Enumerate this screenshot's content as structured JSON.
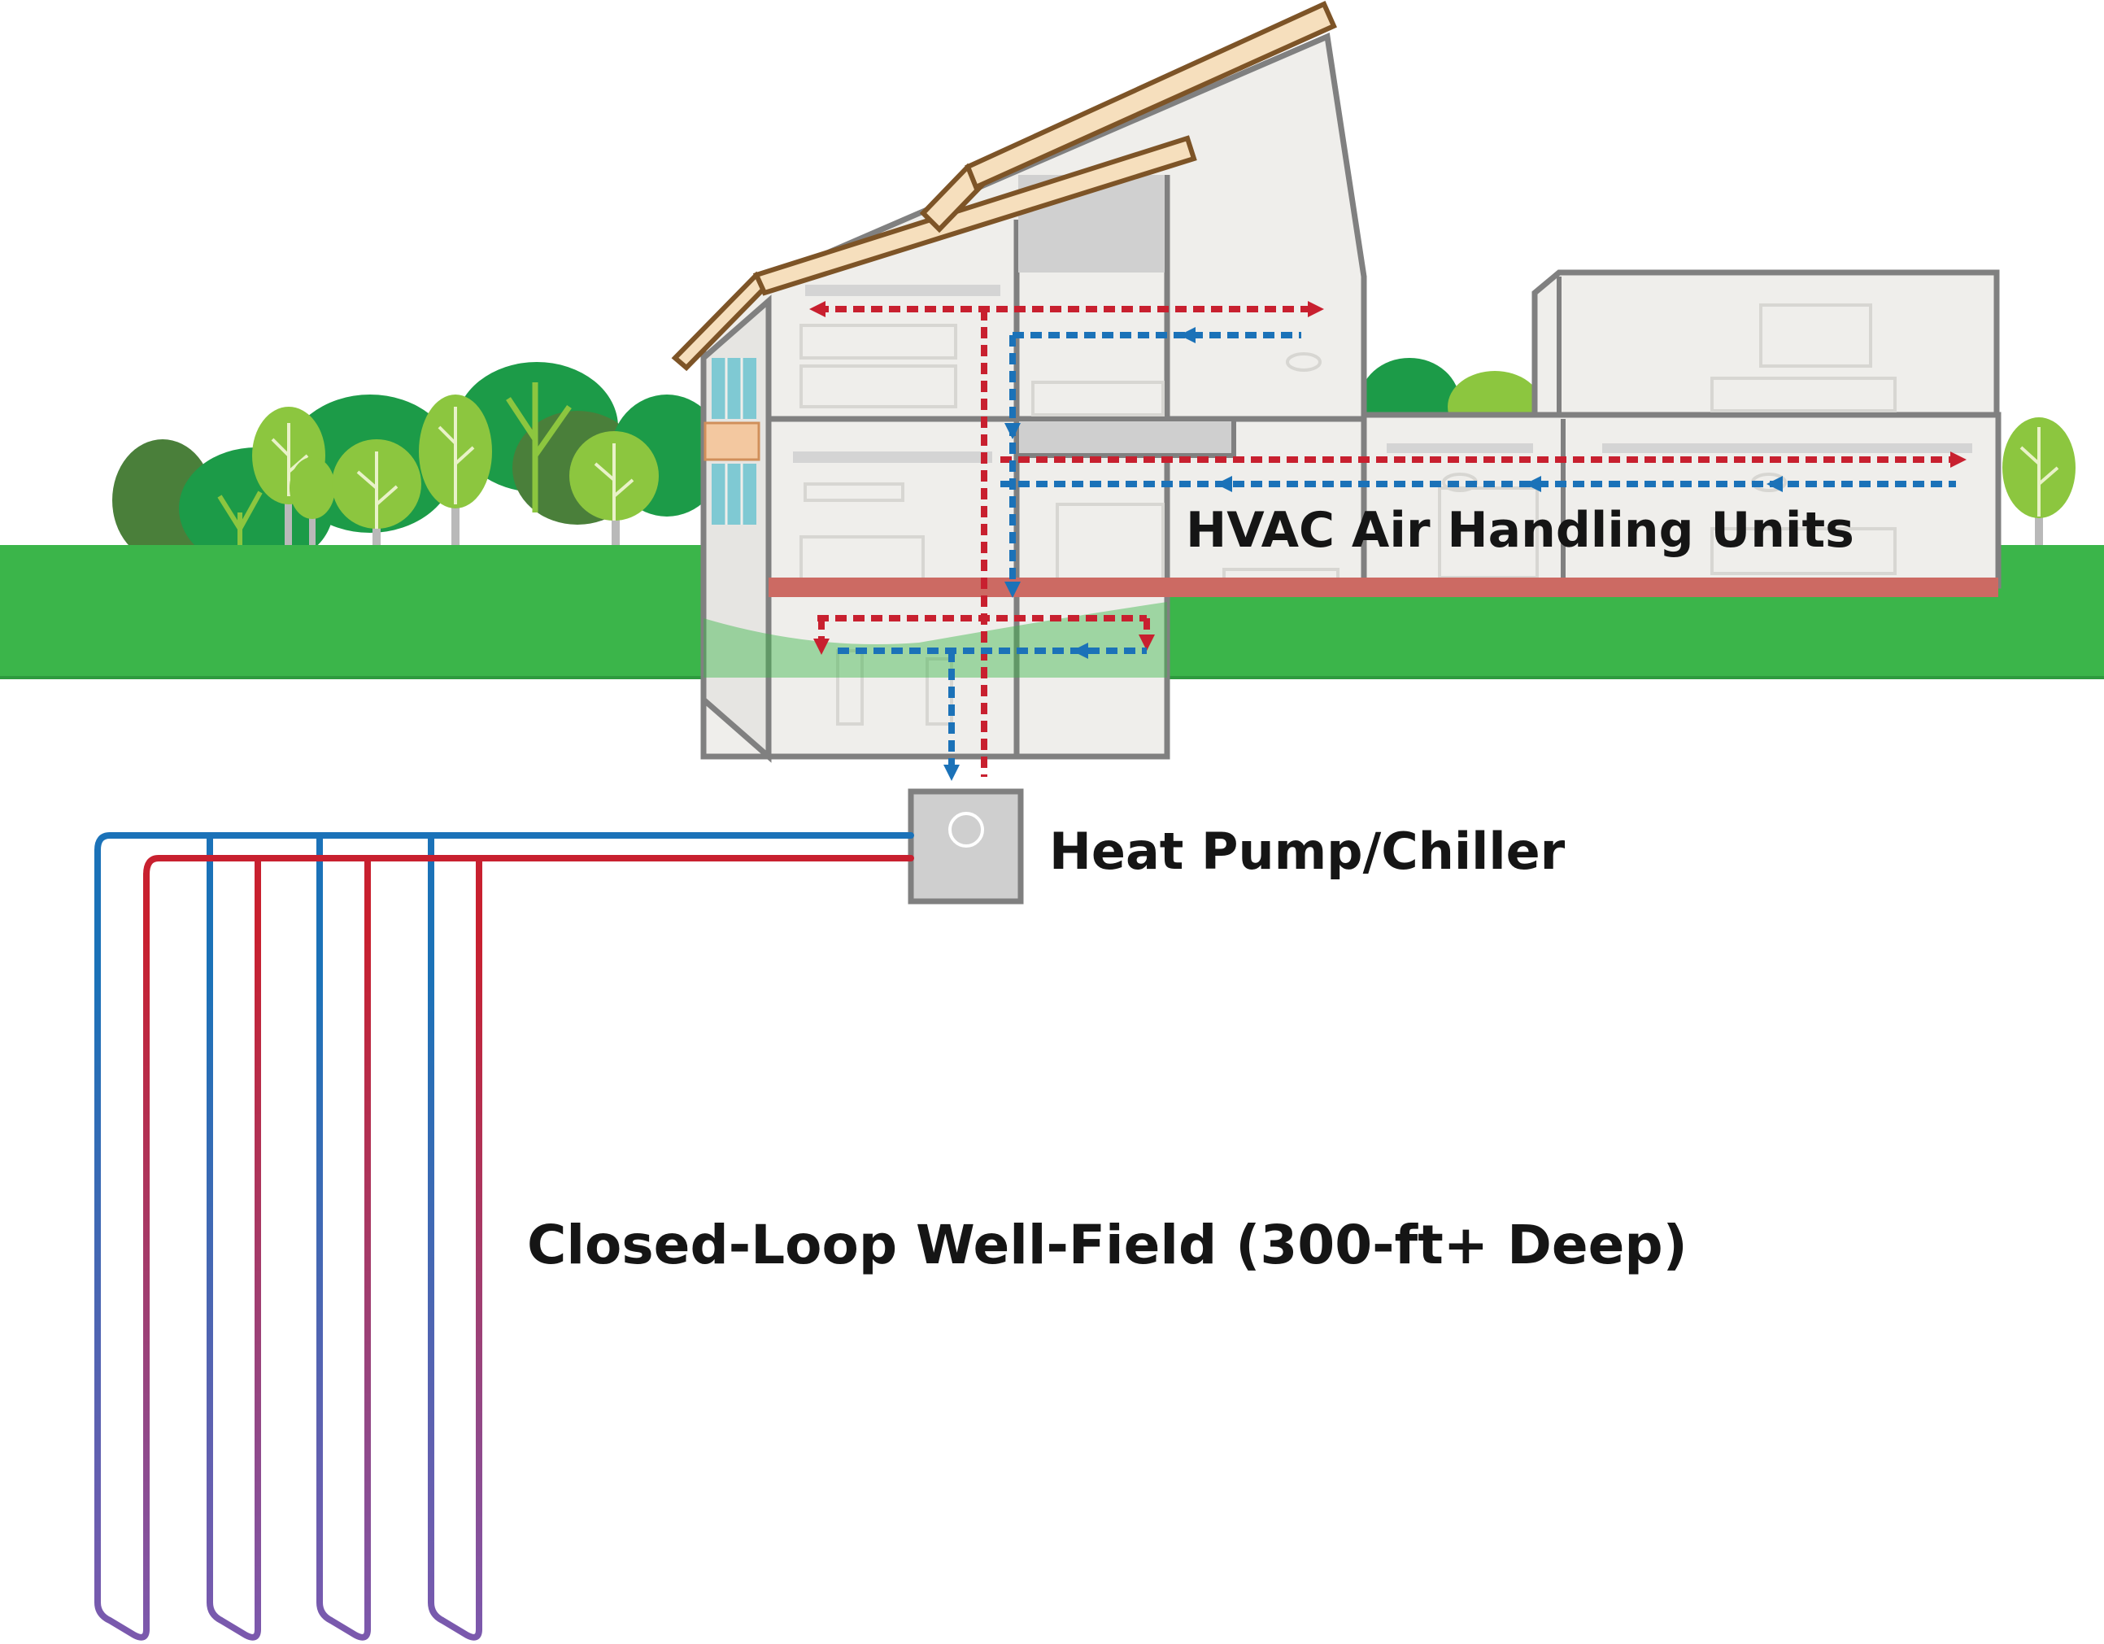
{
  "labels": {
    "hvac": "HVAC Air Handling Units",
    "heat_pump": "Heat Pump/Chiller",
    "well_field": "Closed-Loop Well-Field (300-ft+ Deep)"
  },
  "colors": {
    "ground": "#3bb54a",
    "ground_dark": "#2e9a3e",
    "building_fill": "#efeeeb",
    "building_line": "#808080",
    "roof": "#f6dfbd",
    "roof_outline": "#7d5427",
    "floor_slab": "#cc6a63",
    "supply_red": "#c8202f",
    "return_blue": "#1b72b8",
    "heat_pump_box": "#cfcfcf",
    "tree_dark": "#4a7f3a",
    "tree_mid": "#1c9b48",
    "tree_light": "#8cc63f"
  }
}
